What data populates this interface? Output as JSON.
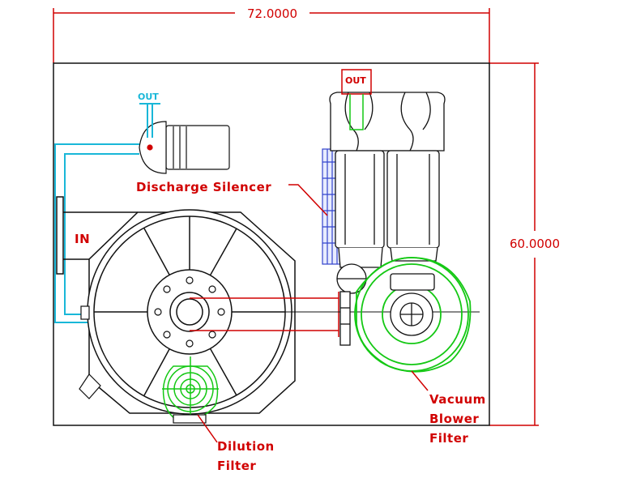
{
  "dimensions": {
    "width": "72.0000",
    "height": "60.0000"
  },
  "labels": {
    "discharge_out": "OUT",
    "blower_out": "OUT",
    "inlet": "IN",
    "discharge_silencer": "Discharge Silencer",
    "vacuum_blower_filter": [
      "Vacuum",
      "Blower",
      "Filter"
    ],
    "dilution_filter": [
      "Dilution",
      "Filter"
    ]
  },
  "colors": {
    "outline": "#111111",
    "dimension": "#d10000",
    "pipe": "#19b7d8",
    "filter": "#14c814",
    "silencer": "#3344cc"
  }
}
